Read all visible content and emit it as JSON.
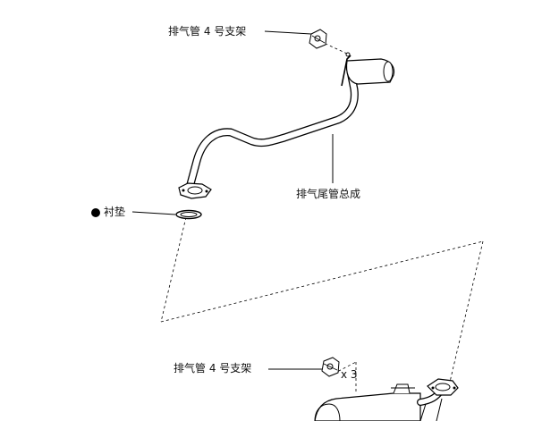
{
  "labels": {
    "bracket_top": "排气管 4 号支架",
    "tailpipe_assembly": "排气尾管总成",
    "gasket": "衬垫",
    "bracket_bottom": "排气管 4 号支架",
    "bracket_bottom_qty": "x 3"
  },
  "icons": {
    "required_part_marker": "filled-circle-icon"
  },
  "colors": {
    "line": "#000000",
    "background": "#ffffff"
  }
}
